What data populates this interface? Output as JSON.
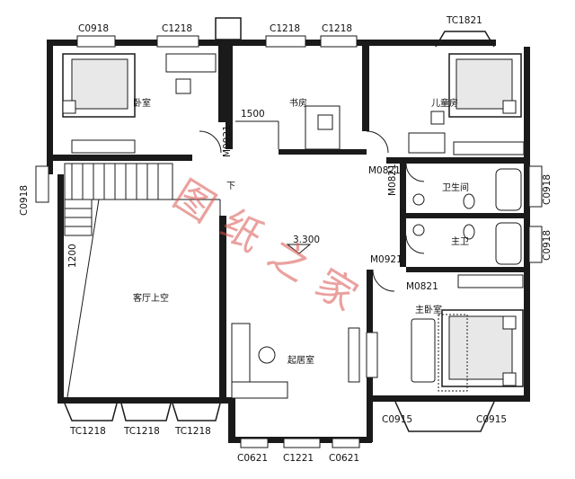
{
  "window_labels": {
    "top": [
      "C0918",
      "C1218",
      "C1218",
      "C1218",
      "TC1821"
    ],
    "bottom": [
      "TC1218",
      "TC1218",
      "TC1218",
      "C0621",
      "C1221",
      "C0621",
      "C0915",
      "C0915"
    ],
    "left": [
      "C0918"
    ],
    "right": [
      "C0918",
      "C0918"
    ]
  },
  "door_labels": [
    "M0921",
    "M0821",
    "M0821",
    "M0921",
    "M0821"
  ],
  "rooms": {
    "bedroom": "卧室",
    "study": "书房",
    "kids_room": "儿童房",
    "bathroom": "卫生间",
    "master_bath": "主卫",
    "master_bedroom": "主卧室",
    "living_void": "客厅上空",
    "family_room": "起居室"
  },
  "stairs_label": "下",
  "dimensions": {
    "width_1500": "1500",
    "height_1200": "1200",
    "level": "3.300"
  },
  "watermark": "图纸之家"
}
